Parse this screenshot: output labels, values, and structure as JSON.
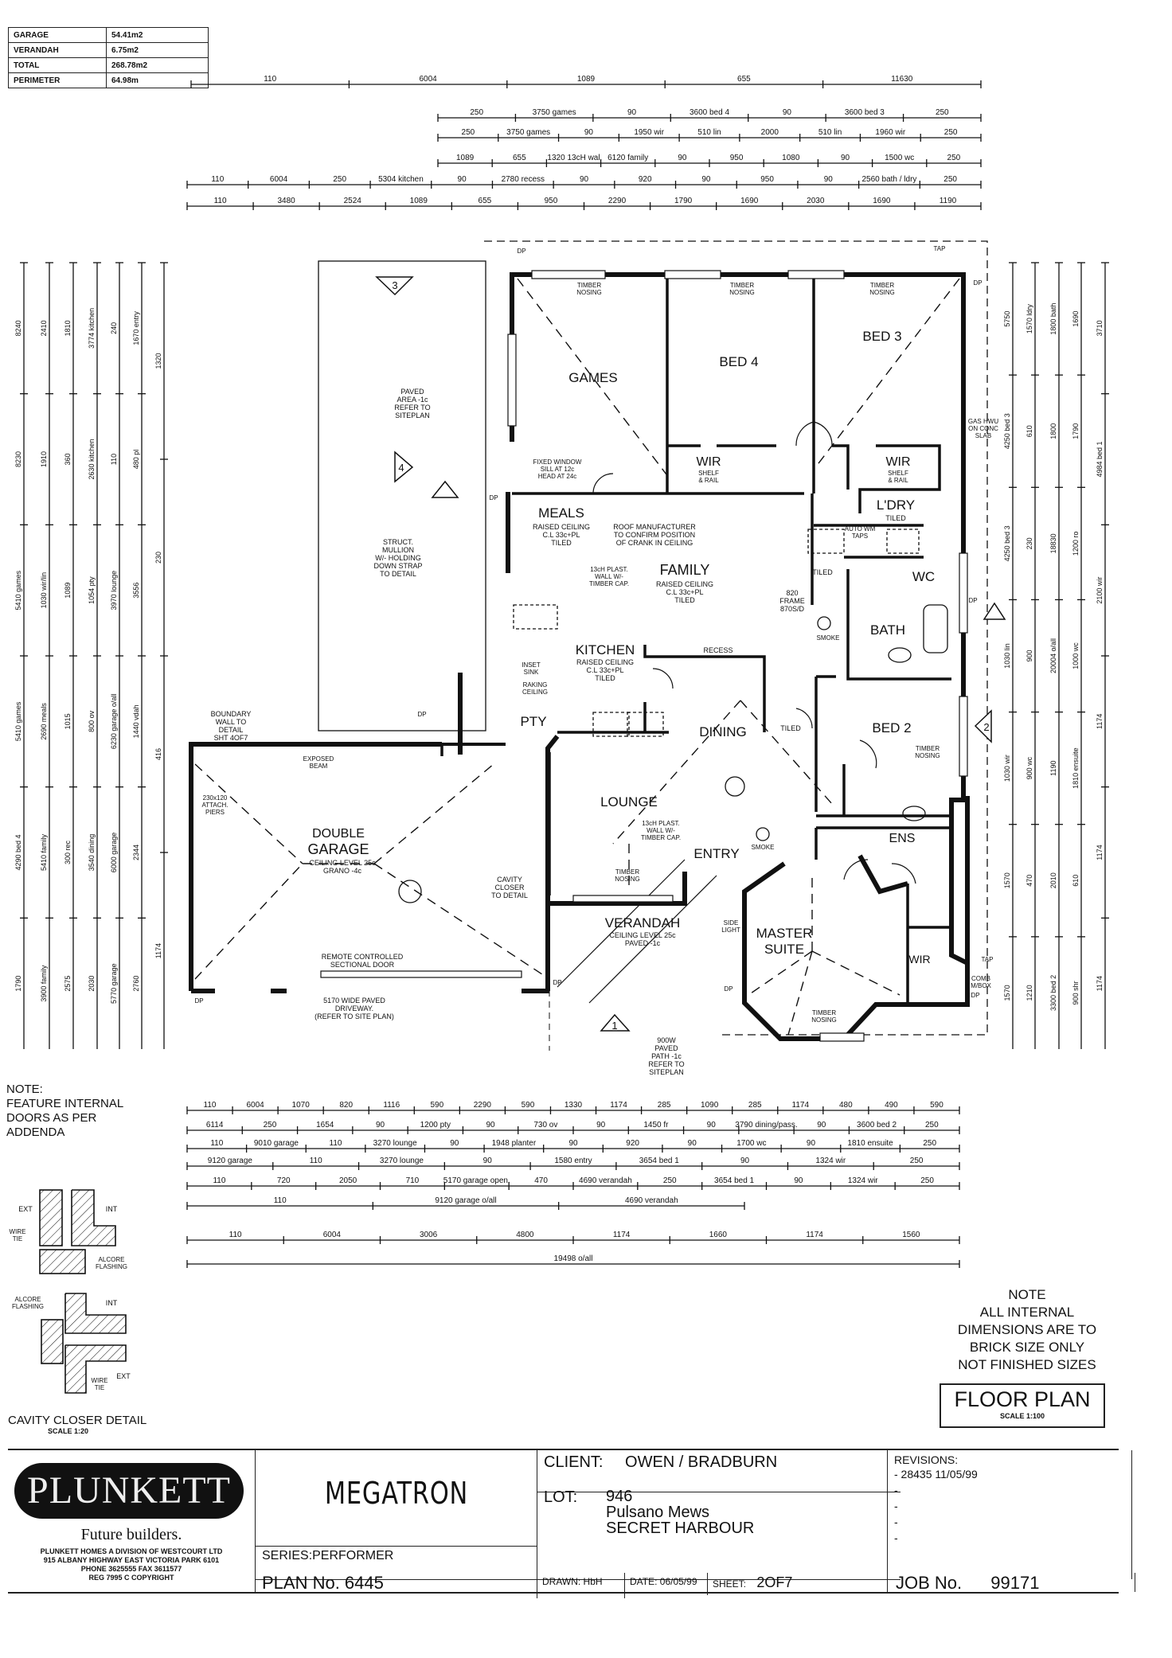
{
  "area_table": {
    "rows": [
      {
        "label": "GARAGE",
        "value": "54.41m2"
      },
      {
        "label": "VERANDAH",
        "value": "6.75m2"
      },
      {
        "label": "TOTAL",
        "value": "268.78m2"
      },
      {
        "label": "PERIMETER",
        "value": "64.98m"
      }
    ]
  },
  "rooms": {
    "games": "GAMES",
    "bed4": "BED 4",
    "bed3": "BED 3",
    "meals": "MEALS",
    "family": "FAMILY",
    "kitchen": "KITCHEN",
    "laundry": "L'DRY",
    "wc": "WC",
    "bath": "BATH",
    "bed2": "BED 2",
    "dining": "DINING",
    "lounge": "LOUNGE",
    "entry": "ENTRY",
    "verandah": "VERANDAH",
    "garage_1": "DOUBLE",
    "garage_2": "GARAGE",
    "master_1": "MASTER",
    "master_2": "SUITE",
    "ensuite": "ENS",
    "pantry": "PTY",
    "wir": "WIR"
  },
  "annotations": {
    "timber_nosing": "TIMBER NOSING",
    "paved_area": [
      "PAVED",
      "AREA -1c",
      "REFER TO",
      "SITEPLAN"
    ],
    "meals_ceiling": [
      "RAISED CEILING",
      "C.L 33c+PL",
      "TILED"
    ],
    "family_ceiling": [
      "RAISED CEILING",
      "C.L 33c+PL",
      "TILED"
    ],
    "kitchen_ceiling": [
      "RAISED CEILING",
      "C.L 33c+PL",
      "TILED"
    ],
    "roof_note": [
      "ROOF MANUFACTURER",
      "TO CONFIRM POSITION",
      "OF CRANK IN CEILING"
    ],
    "struct_mullion": [
      "STRUCT.",
      "MULLION",
      "W/- HOLDING",
      "DOWN STRAP",
      "TO DETAIL"
    ],
    "fixed_window": [
      "FIXED WINDOW",
      "SILL AT 12c",
      "HEAD AT 24c"
    ],
    "garage_ceiling": [
      "CEILING LEVEL 25c",
      "GRANO -4c"
    ],
    "garage_door": [
      "REMOTE CONTROLLED",
      "SECTIONAL DOOR"
    ],
    "driveway": [
      "5170 WIDE PAVED",
      "DRIVEWAY.",
      "(REFER TO SITE PLAN)"
    ],
    "verandah_ceiling": [
      "CEILING LEVEL 25c",
      "PAVED -1c"
    ],
    "paved_path": [
      "900W",
      "PAVED",
      "PATH -1c",
      "REFER TO",
      "SITEPLAN"
    ],
    "boundary_wall": [
      "BOUNDARY",
      "WALL TO",
      "DETAIL",
      "SHT 4OF7"
    ],
    "cavity_closer": [
      "CAVITY",
      "CLOSER",
      "TO DETAIL"
    ],
    "exposed_beam": [
      "EXPOSED",
      "BEAM"
    ],
    "attach_piers": [
      "230x120",
      "ATTACH.",
      "PIERS"
    ],
    "gas_hwu": [
      "GAS HWU",
      "ON CONC",
      "SLAB"
    ],
    "plast_wall": [
      "13cH PLAST.",
      "WALL W/-",
      "TIMBER CAP."
    ],
    "frame": [
      "820",
      "FRAME",
      "870S/D"
    ],
    "smoke": "SMOKE",
    "tiled": "TILED",
    "recess": "RECESS",
    "inset_sink": [
      "INSET",
      "SINK"
    ],
    "raking_ceiling": [
      "RAKING",
      "CEILING"
    ],
    "auto_wm": [
      "AUTO WM",
      "TAPS"
    ],
    "shelf_rail": [
      "SHELF",
      "& RAIL"
    ],
    "side_light": [
      "SIDE",
      "LIGHT"
    ],
    "comb_box": [
      "COMB",
      "M/BOX"
    ],
    "tap": "TAP",
    "dp": "DP",
    "section_markers": [
      "1",
      "2",
      "3",
      "4"
    ]
  },
  "top_dims": [
    [
      "110",
      "6004",
      "1089",
      "655",
      "11630"
    ],
    [
      "250",
      "3750 games",
      "90",
      "3600 bed 4",
      "90",
      "3600 bed 3",
      "250"
    ],
    [
      "250",
      "3750 games",
      "90",
      "1950 wir",
      "510 lin",
      "2000",
      "510 lin",
      "1960 wir",
      "250"
    ],
    [
      "1089",
      "655",
      "1320 13cH wal",
      "6120 family",
      "90",
      "950",
      "1080",
      "90",
      "1500 wc",
      "250"
    ],
    [
      "110",
      "6004",
      "250",
      "5304 kitchen",
      "90",
      "2780 recess",
      "90",
      "920",
      "90",
      "950",
      "90",
      "2560 bath / ldry",
      "250"
    ],
    [
      "110",
      "3480",
      "2524",
      "1089",
      "655",
      "950",
      "2290",
      "1790",
      "1690",
      "2030",
      "1690",
      "1190"
    ]
  ],
  "bottom_dims": [
    [
      "110",
      "6004",
      "1070",
      "820",
      "1116",
      "590",
      "2290",
      "590",
      "1330",
      "1174",
      "285",
      "1090",
      "285",
      "1174",
      "480",
      "490",
      "590"
    ],
    [
      "6114",
      "250",
      "1654",
      "90",
      "1200 pty",
      "90",
      "730 ov",
      "90",
      "1450 fr",
      "90",
      "3790 dining/pass.",
      "90",
      "3600 bed 2",
      "250"
    ],
    [
      "110",
      "9010 garage",
      "110",
      "3270 lounge",
      "90",
      "1948 planter",
      "90",
      "920",
      "90",
      "1700 wc",
      "90",
      "1810 ensuite",
      "250"
    ],
    [
      "9120 garage",
      "110",
      "3270 lounge",
      "90",
      "1580 entry",
      "3654 bed 1",
      "90",
      "1324 wir",
      "250"
    ],
    [
      "110",
      "720",
      "2050",
      "710",
      "5170 garage open.",
      "470",
      "4690 verandah",
      "250",
      "3654 bed 1",
      "90",
      "1324 wir",
      "250"
    ],
    [
      "110",
      "9120 garage o/all",
      "4690 verandah"
    ],
    [
      "110",
      "6004",
      "3006",
      "4800",
      "1174",
      "1660",
      "1174",
      "1560"
    ],
    [
      "19498 o/all"
    ]
  ],
  "left_dims": [
    "8240",
    "8230",
    "5410 games",
    "5410 games",
    "4290 bed 4",
    "1790",
    "2410",
    "1910",
    "1030 wir/lin",
    "2690 meals",
    "5410 family",
    "3900 family",
    "1810",
    "360",
    "1089",
    "1015",
    "300 rec",
    "2575",
    "3774 kitchen",
    "2630 kitchen",
    "1054 pty",
    "800 ov",
    "3540 dining",
    "2030",
    "240",
    "110",
    "3970 lounge",
    "6230 garage o/all",
    "6000 garage",
    "5770 garage",
    "1670 entry",
    "480 pl",
    "3556",
    "1440 vdah",
    "2344",
    "2760",
    "1320",
    "230",
    "416",
    "1174"
  ],
  "right_dims": [
    "5750",
    "4250 bed 3",
    "4250 bed 3",
    "1030 lin",
    "1030 wir",
    "1570",
    "1570",
    "1570 ldry",
    "610",
    "230",
    "900",
    "900 wc",
    "470",
    "1210",
    "1800 bath",
    "1800",
    "18830",
    "20004 o/all",
    "1190",
    "2010",
    "3300 bed 2",
    "1690",
    "1790",
    "1200 ro",
    "1000 wc",
    "1810 ensuite",
    "610",
    "900 shr",
    "3710",
    "4984 bed 1",
    "2100 wir",
    "1174",
    "1174",
    "1174"
  ],
  "notes": {
    "left": [
      "NOTE:",
      "FEATURE INTERNAL",
      "DOORS AS PER",
      "ADDENDA"
    ],
    "right": [
      "NOTE",
      "ALL INTERNAL",
      "DIMENSIONS ARE TO",
      "BRICK SIZE ONLY",
      "NOT FINISHED SIZES"
    ]
  },
  "cavity_detail": {
    "title": "CAVITY CLOSER DETAIL",
    "scale": "SCALE 1:20",
    "labels": {
      "ext": "EXT",
      "int": "INT",
      "wire_tie": "WIRE TIE",
      "alcore": "ALCORE FLASHING"
    }
  },
  "drawing_title": {
    "title": "FLOOR PLAN",
    "scale": "SCALE 1:100"
  },
  "title_block": {
    "company": "PLUNKETT",
    "tagline": "Future builders.",
    "address": [
      "PLUNKETT HOMES A DIVISION OF WESTCOURT LTD",
      "915 ALBANY HIGHWAY EAST VICTORIA PARK 6101",
      "PHONE 3625555  FAX 3611577",
      "REG 7995   C COPYRIGHT"
    ],
    "model": "MEGATRON",
    "series": "SERIES:PERFORMER",
    "plan_no": "PLAN No. 6445",
    "client_label": "CLIENT:",
    "client": "OWEN / BRADBURN",
    "lot_label": "LOT:",
    "lot": [
      "946",
      "Pulsano Mews",
      "SECRET HARBOUR"
    ],
    "drawn": "DRAWN: HbH",
    "date": "DATE: 06/05/99",
    "sheet_label": "SHEET:",
    "sheet": "2OF7",
    "revisions_label": "REVISIONS:",
    "revisions": [
      "- 28435  11/05/99",
      "-",
      "-",
      "-",
      "-"
    ],
    "job_label": "JOB No.",
    "job_no": "99171"
  }
}
